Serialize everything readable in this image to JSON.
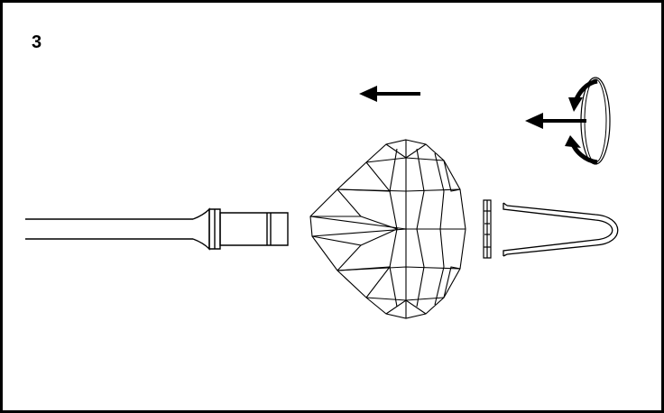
{
  "step": {
    "number": "3"
  },
  "illustration": {
    "parts": [
      {
        "id": "cable-with-socket",
        "icon": "cable-socket-icon"
      },
      {
        "id": "faceted-shade",
        "icon": "faceted-glass-shade-icon"
      },
      {
        "id": "retaining-ring",
        "icon": "ring-icon"
      },
      {
        "id": "spring-clip",
        "icon": "u-clip-icon"
      }
    ],
    "arrows": [
      {
        "id": "move-shade-left",
        "icon": "arrow-left-icon"
      },
      {
        "id": "move-ring-left",
        "icon": "arrow-left-icon"
      },
      {
        "id": "rotate-ring",
        "icon": "rotate-arrow-icon"
      }
    ],
    "colors": {
      "line": "#000000",
      "background": "#ffffff"
    }
  }
}
